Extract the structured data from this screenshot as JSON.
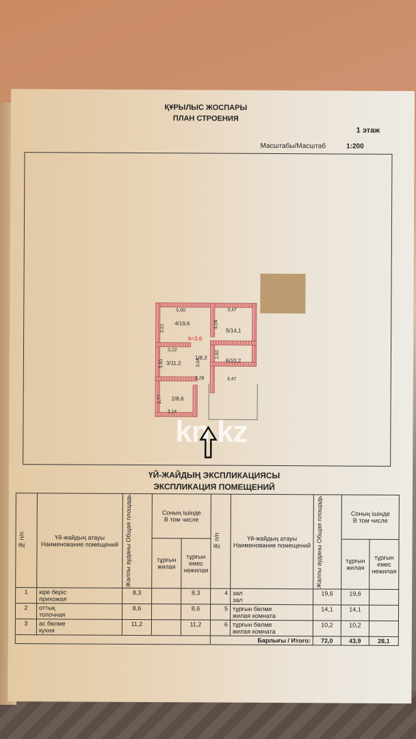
{
  "header": {
    "title_kz": "ҚҰРЫЛЫС ЖОСПАРЫ",
    "title_ru": "ПЛАН СТРОЕНИЯ",
    "floor": "1 этаж",
    "scale_label": "Масштабы/Масштаб",
    "scale_value": "1:200"
  },
  "plan": {
    "height_label": "h=2.6",
    "rooms": [
      {
        "label": "1/8,3"
      },
      {
        "label": "2/8,6"
      },
      {
        "label": "3/11,2"
      },
      {
        "label": "4/19,6"
      },
      {
        "label": "5/14,1"
      },
      {
        "label": "6/10,2"
      }
    ],
    "dimensions": {
      "d500": "5,00",
      "d347a": "3,47",
      "d351": "3,51",
      "d404": "4,04",
      "d322": "3,22",
      "d350": "3,50",
      "d364": "3,64",
      "d292": "2,92",
      "d228": "2,28",
      "d347b": "3,47",
      "d277": "2,77",
      "d314": "3,14"
    },
    "watermark": "kn.kz"
  },
  "explication": {
    "title_kz": "ҮЙ-ЖАЙДЫҢ ЭКСПЛИКАЦИЯСЫ",
    "title_ru": "ЭКСПЛИКАЦИЯ ПОМЕЩЕНИЙ",
    "headers": {
      "num": "№ п/п",
      "name": "Үй-жайдың атауы\nНаименование помещений",
      "name_kz": "Үй-жайдың атауы",
      "name_ru": "Наименование помещений",
      "total": "Жалпы ауданы Общая площадь",
      "incl_kz": "Соның ішінде",
      "incl_ru": "В том числе",
      "living": "тұрғын жилая",
      "nonliving": "тұрғын емес нежилая"
    },
    "rows_left": [
      {
        "n": "1",
        "kz": "кіре беріс",
        "ru": "прихожая",
        "total": "8,3",
        "living": "",
        "nonliving": "8,3"
      },
      {
        "n": "2",
        "kz": "оттық",
        "ru": "топочная",
        "total": "8,6",
        "living": "",
        "nonliving": "8,6"
      },
      {
        "n": "3",
        "kz": "ас бөлме",
        "ru": "кухня",
        "total": "11,2",
        "living": "",
        "nonliving": "11,2"
      }
    ],
    "rows_right": [
      {
        "n": "4",
        "kz": "зал",
        "ru": "зал",
        "total": "19,6",
        "living": "19,6",
        "nonliving": ""
      },
      {
        "n": "5",
        "kz": "тұрғын бөлме",
        "ru": "жилая комната",
        "total": "14,1",
        "living": "14,1",
        "nonliving": ""
      },
      {
        "n": "6",
        "kz": "тұрғын бөлме",
        "ru": "жилая комната",
        "total": "10,2",
        "living": "10,2",
        "nonliving": ""
      }
    ],
    "totals": {
      "label": "Барлығы / Итого:",
      "total": "72,0",
      "living": "43,9",
      "nonliving": "28,1"
    }
  }
}
